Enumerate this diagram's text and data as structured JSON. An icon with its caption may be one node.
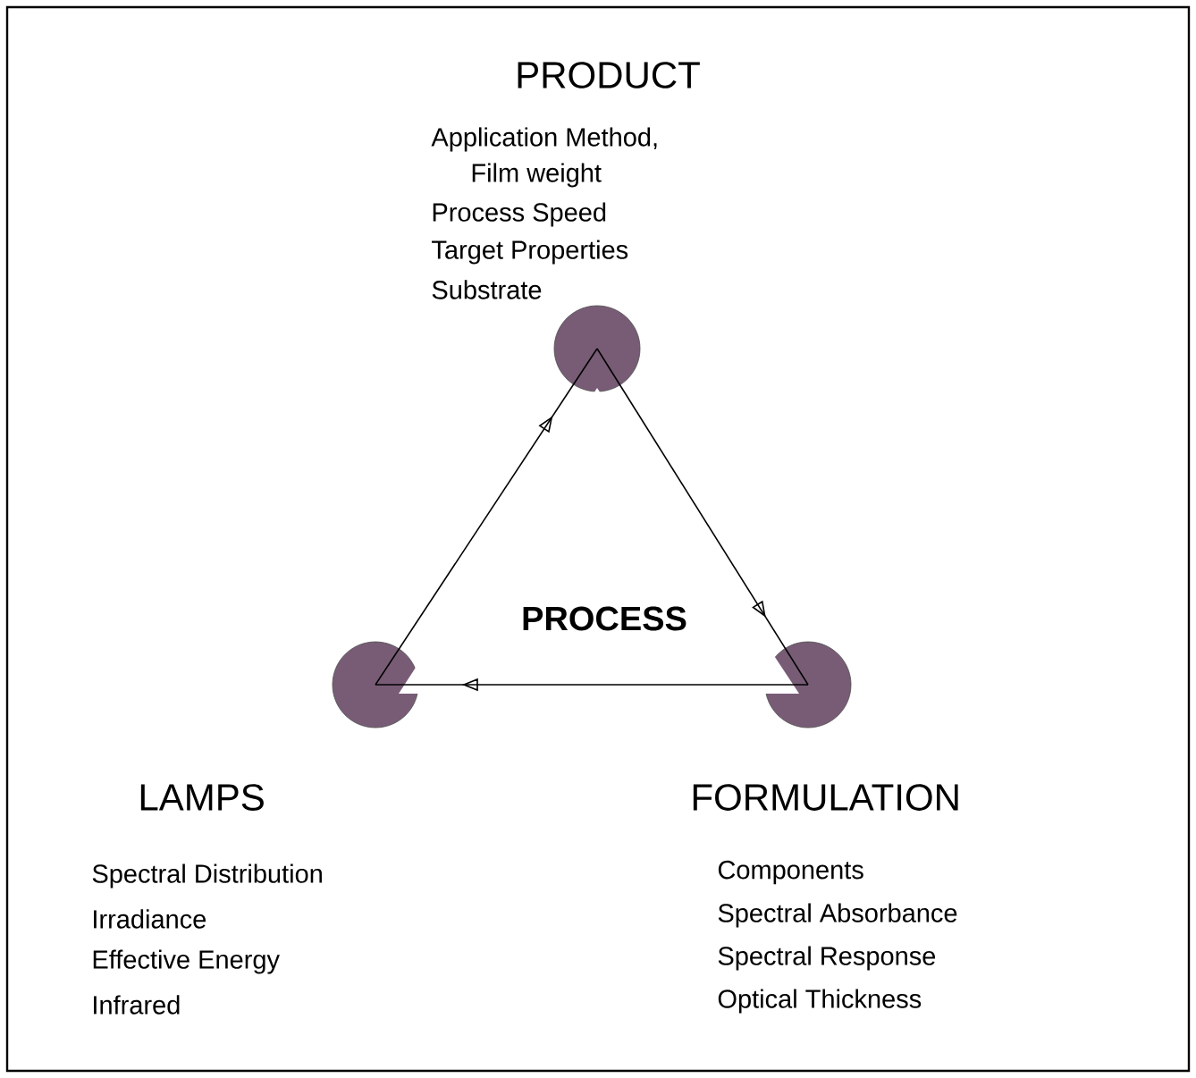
{
  "diagram": {
    "nodes": [
      {
        "text": [],
        "shape": "circle"
      },
      {
        "text": [],
        "shape": "circle"
      },
      {
        "text": [],
        "shape": "circle"
      }
    ],
    "edges": [
      {
        "from": 1,
        "to": 0,
        "arrow": "to"
      },
      {
        "from": 0,
        "to": 2,
        "arrow": "to"
      },
      {
        "from": 2,
        "to": 1,
        "arrow": "to"
      }
    ],
    "labels": [
      "PRODUCT",
      "Application Method, Film weight",
      "Process Speed",
      "Target Properties",
      "Substrate",
      "PROCESS",
      "LAMPS",
      "Spectral Distribution",
      "Irradiance",
      "Effective Energy",
      "Infrared",
      "FORMULATION",
      "Components",
      "Spectral Absorbance",
      "Spectral Response",
      "Optical Thickness"
    ]
  }
}
